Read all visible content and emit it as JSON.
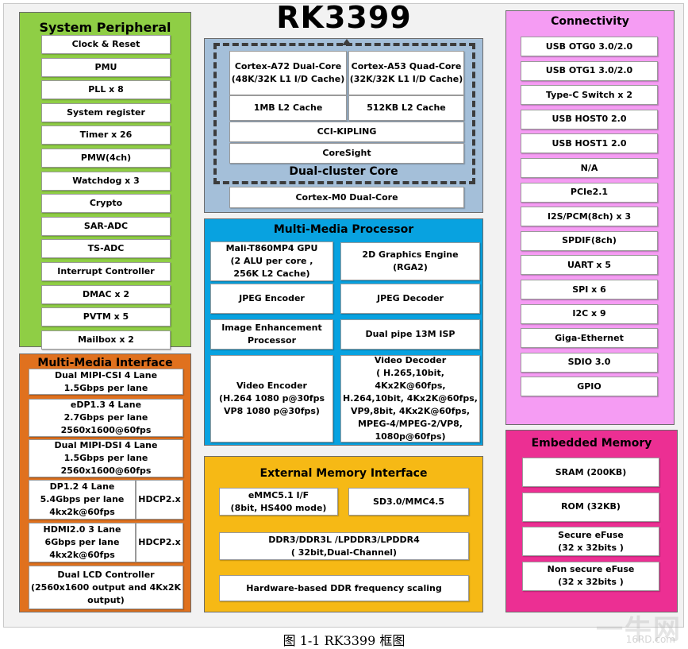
{
  "title": "RK3399",
  "caption": "图 1-1 RK3399 框图",
  "watermark": {
    "main": "一牛网",
    "sub": "16RD.com"
  },
  "system_peripheral": {
    "title": "System Peripheral",
    "items": [
      "Clock & Reset",
      "PMU",
      "PLL x 8",
      "System register",
      "Timer x 26",
      "PMW(4ch)",
      "Watchdog x 3",
      "Crypto",
      "SAR-ADC",
      "TS-ADC",
      "Interrupt Controller",
      "DMAC x 2",
      "PVTM x 5",
      "Mailbox x 2"
    ]
  },
  "core": {
    "a72": "Cortex-A72 Dual-Core\n(48K/32K L1 I/D Cache)",
    "a53": "Cortex-A53 Quad-Core\n(32K/32K L1 I/D Cache)",
    "l2_a72": "1MB L2 Cache",
    "l2_a53": "512KB L2 Cache",
    "cci": "CCI-KIPLING",
    "coresight": "CoreSight",
    "cluster_label": "Dual-cluster Core",
    "m0": "Cortex-M0 Dual-Core"
  },
  "multimedia_processor": {
    "title": "Multi-Media Processor",
    "gpu": "Mali-T860MP4 GPU\n(2 ALU per core ,\n256K L2 Cache)",
    "g2d": "2D Graphics Engine\n(RGA2)",
    "jpeg_enc": "JPEG Encoder",
    "jpeg_dec": "JPEG Decoder",
    "image_enh": "Image Enhancement\nProcessor",
    "isp": "Dual pipe  13M ISP",
    "video_enc": "Video Encoder\n(H.264 1080 p@30fps\nVP8 1080 p@30fps)",
    "video_dec": "Video    Decoder\n( H.265,10bit, 4Kx2K@60fps,\nH.264,10bit, 4Kx2K@60fps,\nVP9,8bit, 4Kx2K@60fps,\nMPEG-4/MPEG-2/VP8,\n1080p@60fps)"
  },
  "connectivity": {
    "title": "Connectivity",
    "items": [
      "USB OTG0 3.0/2.0",
      "USB OTG1 3.0/2.0",
      "Type-C Switch x 2",
      "USB HOST0 2.0",
      "USB HOST1 2.0",
      "N/A",
      "PCIe2.1",
      "I2S/PCM(8ch) x 3",
      "SPDIF(8ch)",
      "UART x 5",
      "SPI x 6",
      "I2C x 9",
      "Giga-Ethernet",
      "SDIO 3.0",
      "GPIO"
    ]
  },
  "multimedia_interface": {
    "title": "Multi-Media Interface",
    "csi": "Dual MIPI-CSI 4 Lane\n1.5Gbps per lane",
    "edp": "eDP1.3 4 Lane\n2.7Gbps per lane\n2560x1600@60fps",
    "dsi": "Dual MIPI-DSI 4 Lane\n1.5Gbps per lane\n2560x1600@60fps",
    "dp": "DP1.2 4 Lane\n5.4Gbps per lane\n4kx2k@60fps",
    "dp_hdcp": "HDCP2.x",
    "hdmi": "HDMI2.0 3 Lane\n6Gbps per lane\n4kx2k@60fps",
    "hdmi_hdcp": "HDCP2.x",
    "lcd": "Dual LCD Controller\n(2560x1600 output and  4Kx2K\noutput)"
  },
  "external_memory": {
    "title": "External Memory Interface",
    "emmc": "eMMC5.1 I/F\n(8bit, HS400 mode)",
    "sd": "SD3.0/MMC4.5",
    "ddr": "DDR3/DDR3L   /LPDDR3/LPDDR4\n(      32bit,Dual-Channel)",
    "scaling": "Hardware-based DDR frequency scaling"
  },
  "embedded_memory": {
    "title": "Embedded Memory",
    "items": [
      "SRAM (200KB)",
      "ROM (32KB)",
      "Secure eFuse\n(32 x 32bits )",
      "Non secure eFuse\n(32 x 32bits )"
    ]
  },
  "colors": {
    "system_peripheral": "#8fce45",
    "core": "#a4bfd9",
    "multimedia_processor": "#08a2e0",
    "connectivity": "#f59cf3",
    "multimedia_interface": "#e0711e",
    "external_memory": "#f6b915",
    "embedded_memory": "#ec2f93"
  }
}
